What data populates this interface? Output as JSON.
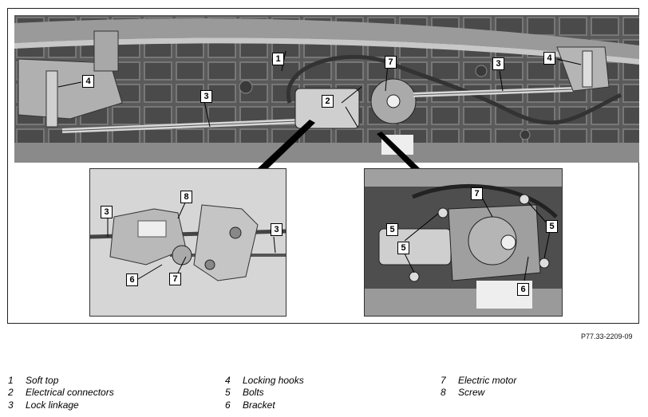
{
  "figure_code": "P77.33-2209-09",
  "callouts": {
    "top": [
      "1",
      "2",
      "3",
      "3",
      "4",
      "4",
      "7"
    ],
    "left_inset": [
      "3",
      "3",
      "6",
      "7",
      "8"
    ],
    "right_inset": [
      "5",
      "5",
      "5",
      "6",
      "7"
    ]
  },
  "legend": [
    {
      "num": "1",
      "label": "Soft top"
    },
    {
      "num": "2",
      "label": "Electrical connectors"
    },
    {
      "num": "3",
      "label": "Lock linkage"
    },
    {
      "num": "4",
      "label": "Locking hooks"
    },
    {
      "num": "5",
      "label": "Bolts"
    },
    {
      "num": "6",
      "label": "Bracket"
    },
    {
      "num": "7",
      "label": "Electric motor"
    },
    {
      "num": "8",
      "label": "Screw"
    }
  ]
}
